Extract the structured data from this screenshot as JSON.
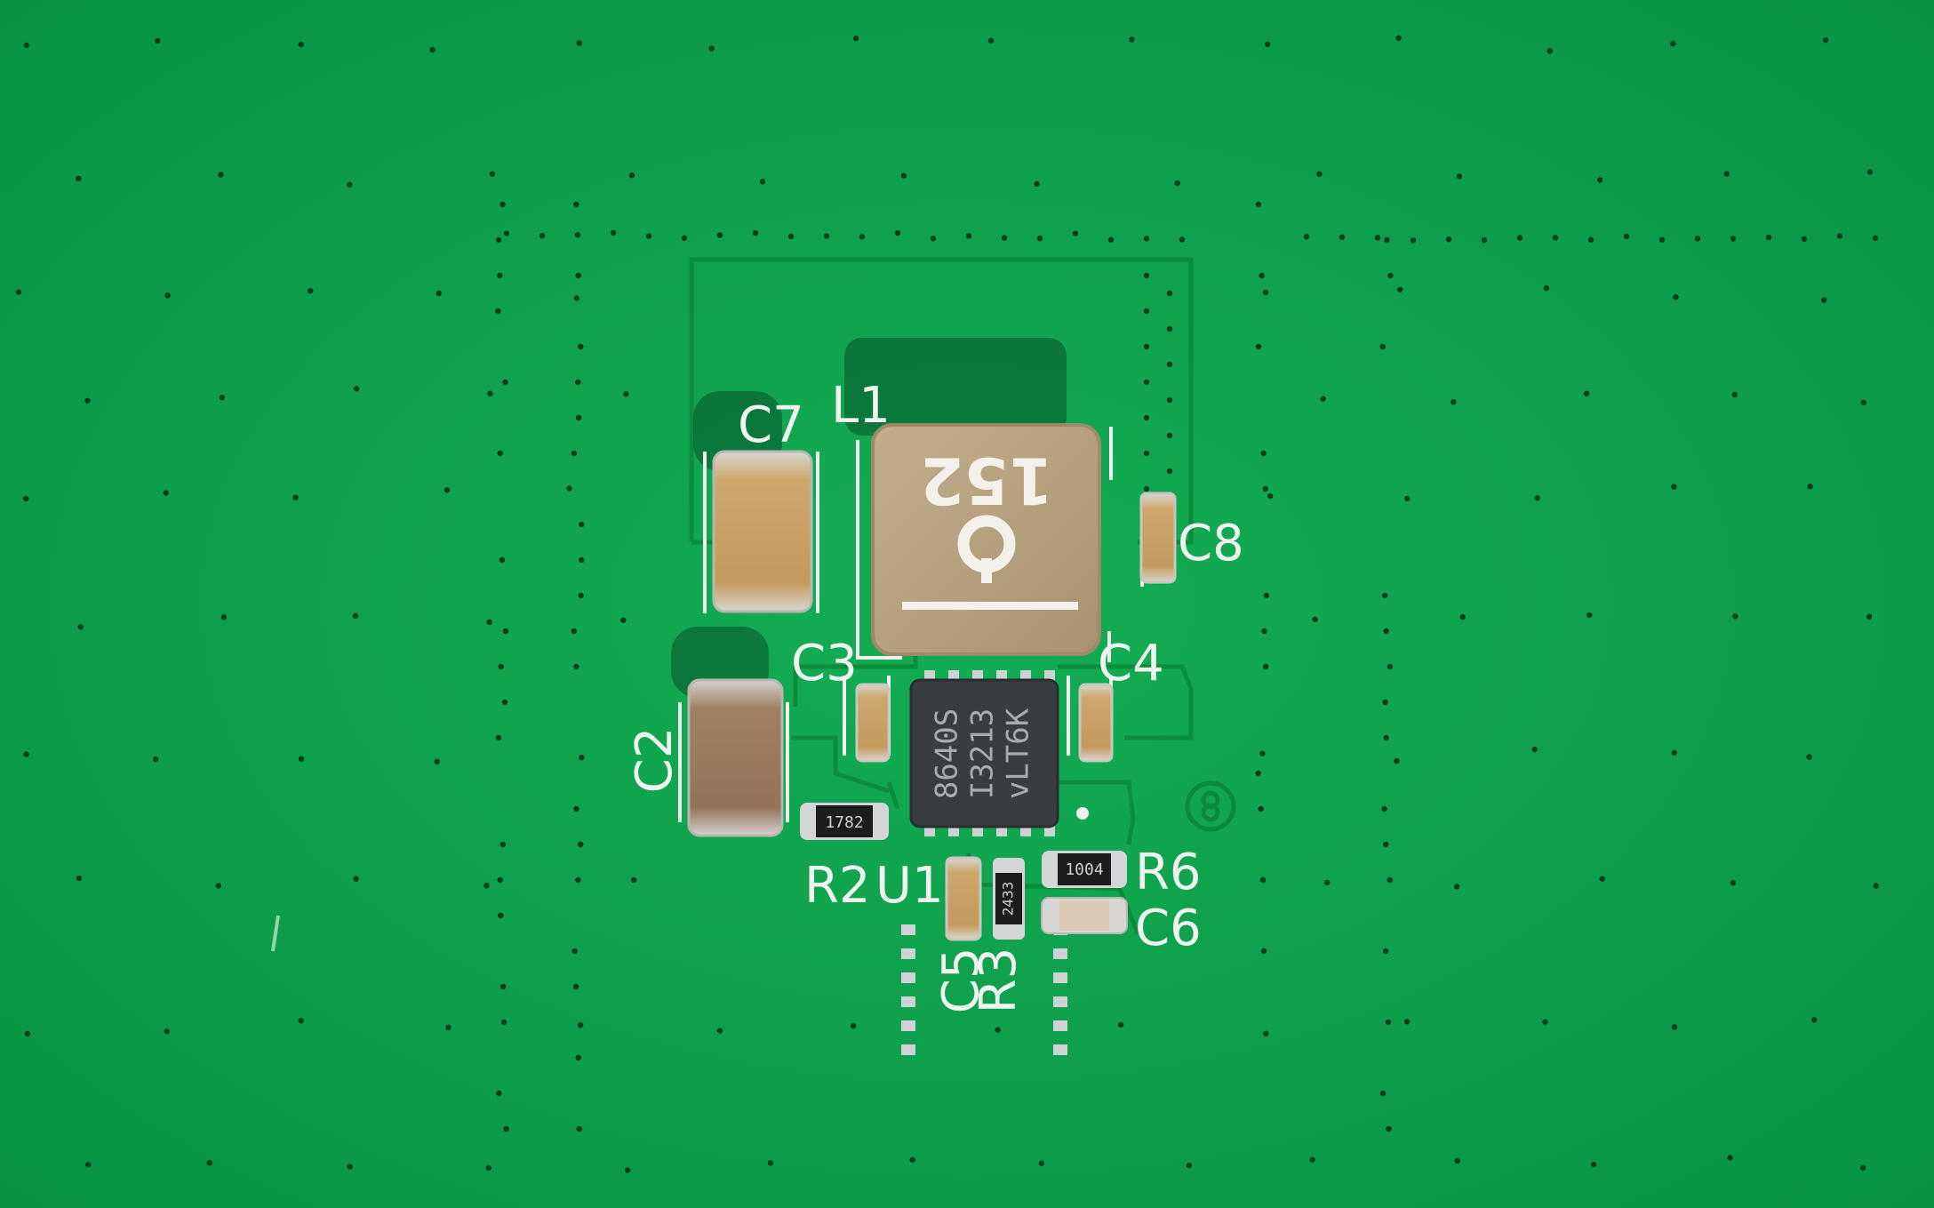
{
  "colors": {
    "board": "#0a9a45",
    "mask_highlight": "#13ad55",
    "trace": "#0b8a3c",
    "via": "#063d1d",
    "silkscreen": "#f0f4ee",
    "ceramic_tan": "#c9a36a",
    "ceramic_brown": "#9c7a5d",
    "solder": "#d6d8da",
    "inductor": "#b8a383",
    "ic_body": "#3a3d3f",
    "resistor_body": "#1c1c1c"
  },
  "silkscreen": {
    "c7": "C7",
    "l1": "L1",
    "c8": "C8",
    "c3": "C3",
    "c4": "C4",
    "c2": "C2",
    "r2": "R2",
    "u1": "U1",
    "r6": "R6",
    "c6": "C6",
    "c5": "C5",
    "r3": "R3"
  },
  "markings": {
    "inductor_code": "152",
    "ic_line1": "8640S",
    "ic_line2": "I3213",
    "ic_line3": "vLT6K",
    "r2_code": "1782",
    "r3_code": "2433",
    "r6_code": "1004"
  },
  "icons": {
    "inductor_logo": "coilcraft-logo",
    "ic_pin1": "pin1-dot",
    "fiducial": "fiducial-mark"
  }
}
